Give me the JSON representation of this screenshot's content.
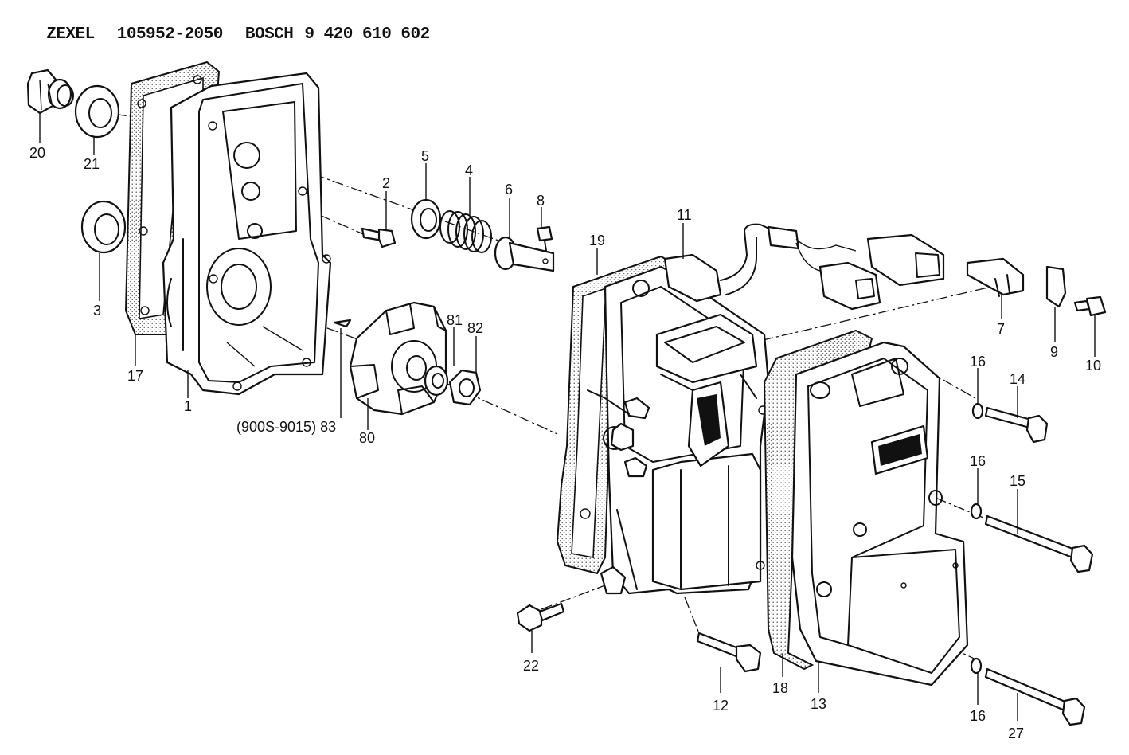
{
  "header": {
    "brand1": "ZEXEL",
    "part_no": "105952-2050",
    "brand2": "BOSCH",
    "bosch_no": "9 420 610 602"
  },
  "callouts": {
    "c1": "1",
    "c2": "2",
    "c3": "3",
    "c4": "4",
    "c5": "5",
    "c6": "6",
    "c7": "7",
    "c8": "8",
    "c9": "9",
    "c10": "10",
    "c11": "11",
    "c12": "12",
    "c13": "13",
    "c14": "14",
    "c15": "15",
    "c16a": "16",
    "c16b": "16",
    "c16c": "16",
    "c17": "17",
    "c18": "18",
    "c19": "19",
    "c20": "20",
    "c21": "21",
    "c22": "22",
    "c27": "27",
    "c80": "80",
    "c81": "81",
    "c82": "82",
    "c83": "(900S-9015) 83"
  }
}
